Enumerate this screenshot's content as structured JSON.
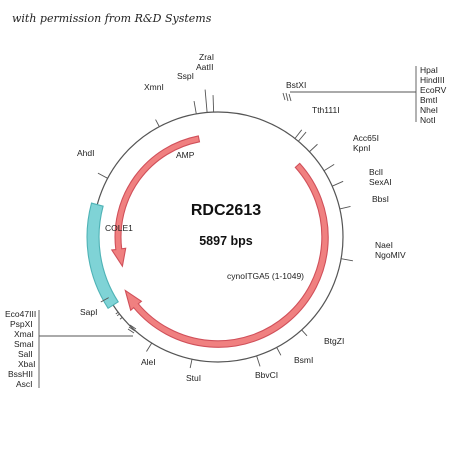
{
  "credit": "with permission from R&D Systems",
  "plasmid": {
    "name": "RDC2613",
    "size": "5897 bps"
  },
  "colors": {
    "backbone": "#555555",
    "gene": "#f08080",
    "gene_stroke": "#d0505a",
    "ori": "#7fd3d6",
    "ori_stroke": "#4fb3b6"
  },
  "features": [
    {
      "label": "AMP"
    },
    {
      "label": "COLE1"
    },
    {
      "label": "cynoITGA5 (1-1049)"
    }
  ],
  "sites": [
    {
      "label": "ZraI"
    },
    {
      "label": "AatII"
    },
    {
      "label": "SspI"
    },
    {
      "label": "XmnI"
    },
    {
      "label": "BstXI"
    },
    {
      "label": "Tth111I"
    },
    {
      "label": "Acc65I"
    },
    {
      "label": "KpnI"
    },
    {
      "label": "BclI"
    },
    {
      "label": "SexAI"
    },
    {
      "label": "BbsI"
    },
    {
      "label": "NaeI"
    },
    {
      "label": "NgoMIV"
    },
    {
      "label": "BtgZI"
    },
    {
      "label": "BsmI"
    },
    {
      "label": "BbvCI"
    },
    {
      "label": "StuI"
    },
    {
      "label": "AleI"
    },
    {
      "label": "SapI"
    },
    {
      "label": "AhdI"
    }
  ],
  "mcs_right": [
    "HpaI",
    "HindIII",
    "EcoRV",
    "BmtI",
    "NheI",
    "NotI"
  ],
  "mcs_left": [
    "Eco47III",
    "PspXI",
    "XmaI",
    "SmaI",
    "SalI",
    "XbaI",
    "BssHII",
    "AscI"
  ]
}
